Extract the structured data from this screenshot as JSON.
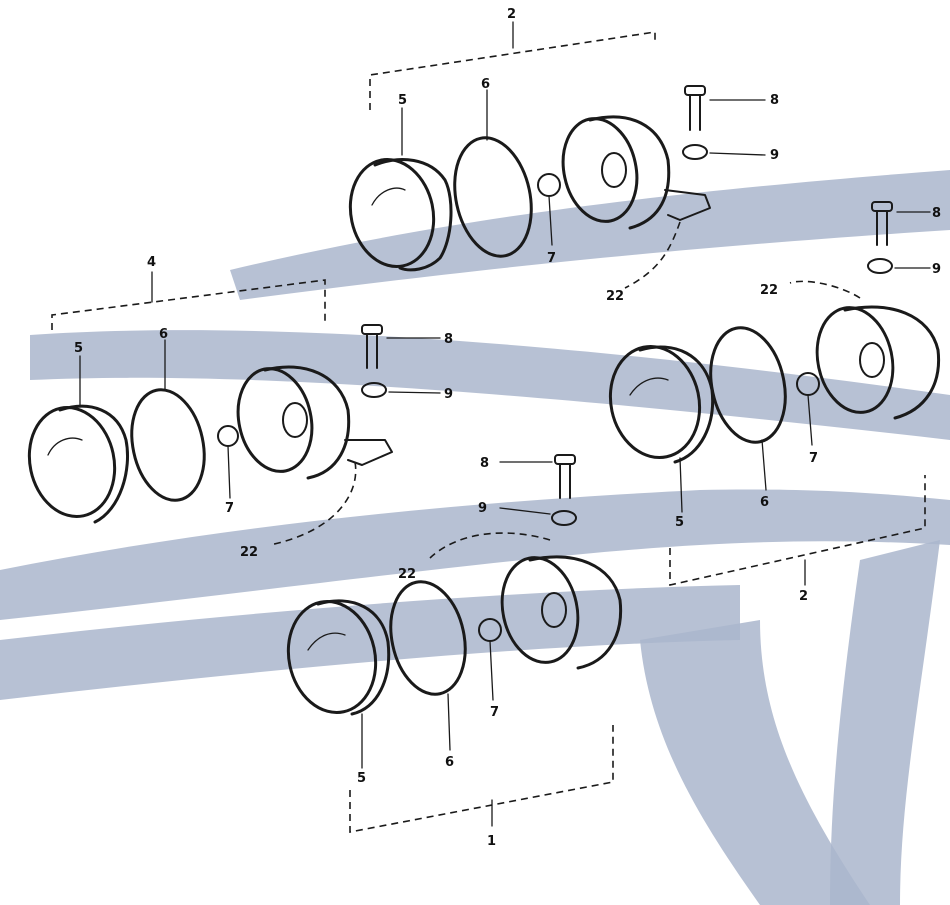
{
  "colors": {
    "watermark": "#aab6cc",
    "line": "#1a1a1a",
    "background": "#ffffff"
  },
  "assemblies": [
    {
      "name": "top-assembly",
      "group_label": "2",
      "labels": {
        "lens": "5",
        "gasket": "6",
        "socket": "7",
        "screw": "8",
        "washer": "9",
        "harness": "22"
      }
    },
    {
      "name": "left-assembly",
      "group_label": "4",
      "labels": {
        "lens": "5",
        "gasket": "6",
        "socket": "7",
        "screw": "8",
        "washer": "9",
        "harness": "22"
      }
    },
    {
      "name": "right-assembly",
      "group_label": "2",
      "labels": {
        "lens": "5",
        "gasket": "6",
        "socket": "7",
        "screw": "8",
        "washer": "9",
        "harness": "22"
      }
    },
    {
      "name": "bottom-assembly",
      "group_label": "1",
      "labels": {
        "lens": "5",
        "gasket": "6",
        "socket": "7",
        "screw": "8",
        "washer": "9",
        "harness": "22"
      }
    }
  ]
}
